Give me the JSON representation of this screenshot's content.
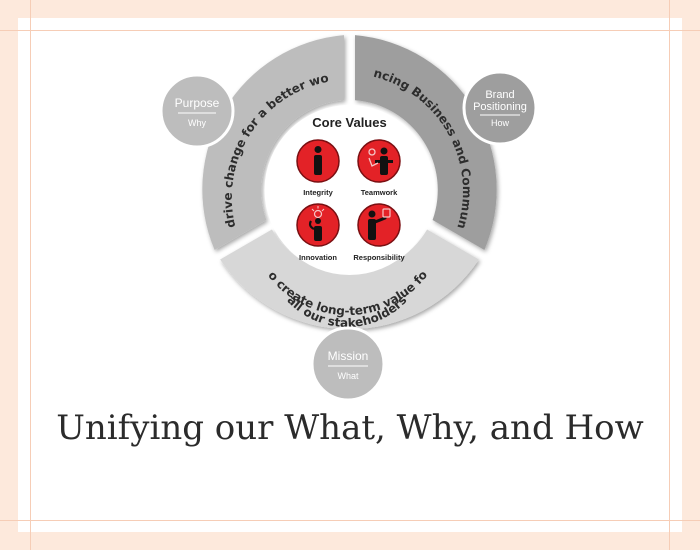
{
  "colors": {
    "frame": "#fde9dc",
    "frame_line": "#f6cdb6",
    "segment_purpose": "#bdbdbd",
    "segment_brand": "#9e9e9e",
    "segment_mission": "#d7d7d7",
    "value_red": "#e32227"
  },
  "diagram": {
    "center_title": "Core Values",
    "values": [
      {
        "label": "Integrity",
        "icon": "integrity-person-icon"
      },
      {
        "label": "Teamwork",
        "icon": "teamwork-people-icon"
      },
      {
        "label": "Innovation",
        "icon": "innovation-lightbulb-icon"
      },
      {
        "label": "Responsibility",
        "icon": "responsibility-helping-icon"
      }
    ],
    "segments": {
      "purpose": "To drive change for a better world",
      "brand": "Advancing Business and Communities",
      "mission_line1": "To create long-term value for",
      "mission_line2": "all our stakeholders"
    },
    "nodes": {
      "purpose": {
        "title": "Purpose",
        "sub": "Why"
      },
      "brand": {
        "title_line1": "Brand",
        "title_line2": "Positioning",
        "sub": "How"
      },
      "mission": {
        "title": "Mission",
        "sub": "What"
      }
    }
  },
  "caption": "Unifying our What, Why, and How"
}
